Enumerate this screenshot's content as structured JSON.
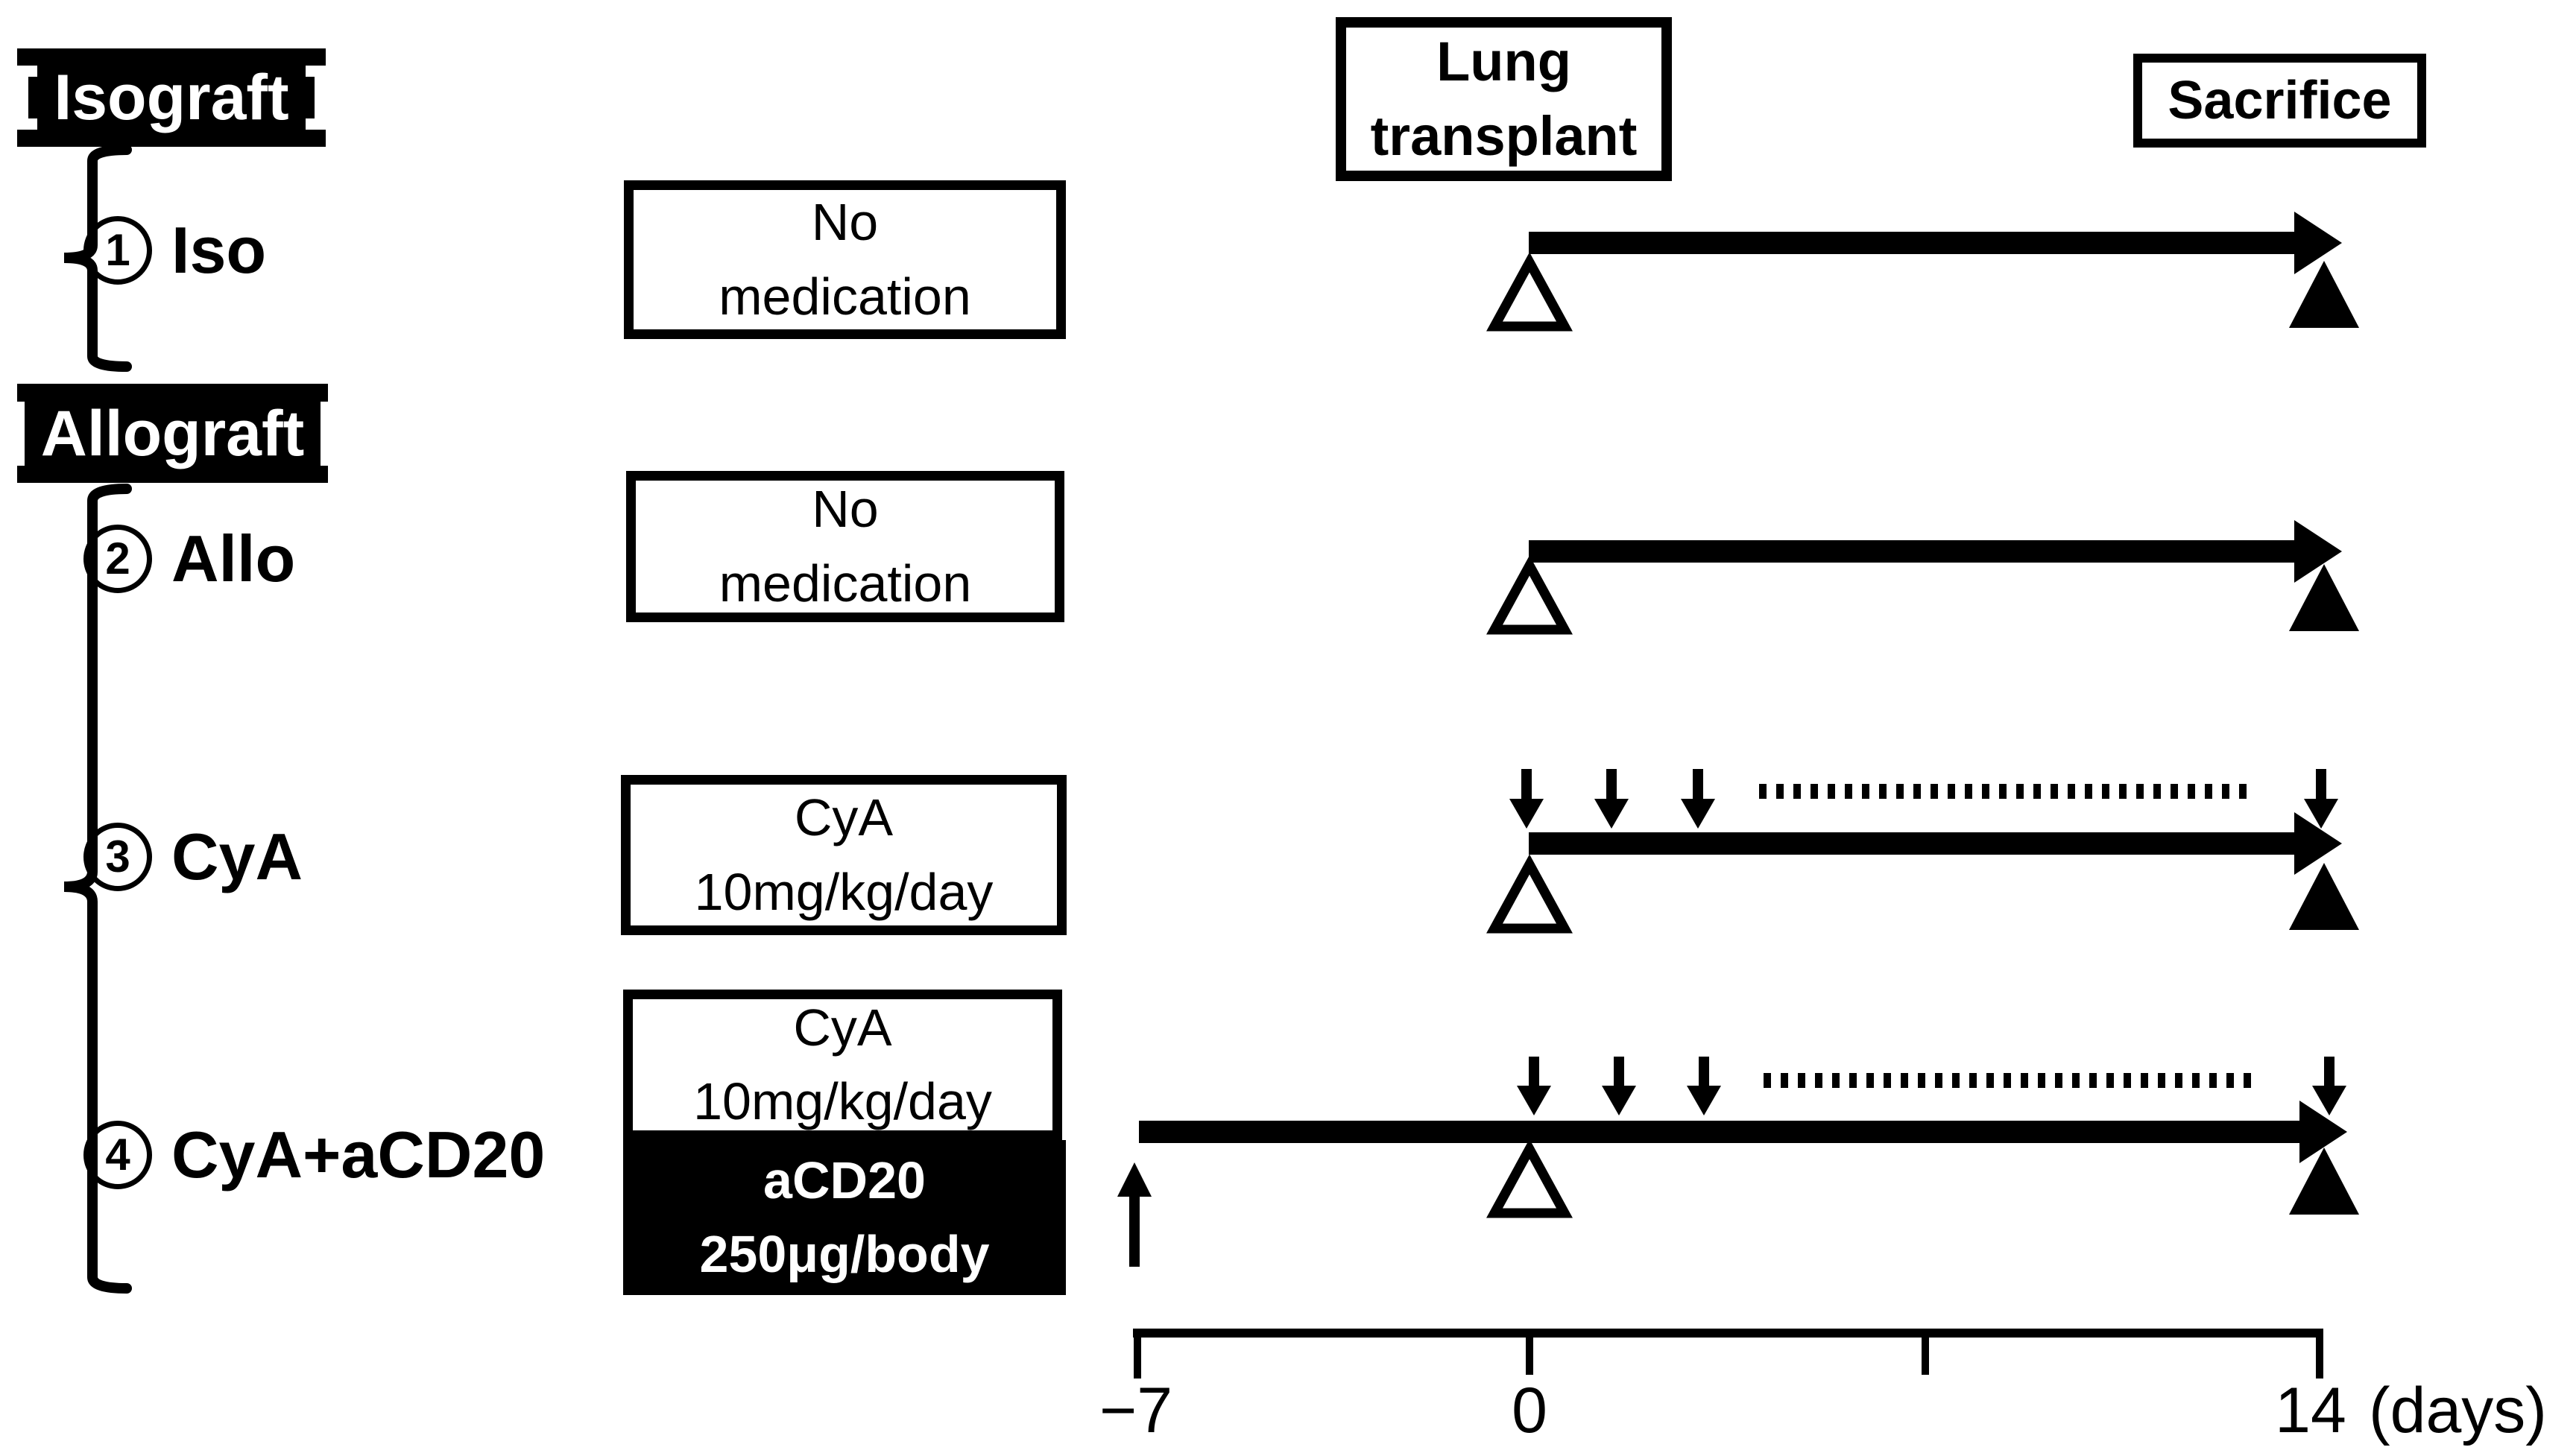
{
  "figure": {
    "headers": {
      "isograft": "Isograft",
      "allograft": "Allograft"
    },
    "rows": [
      {
        "num": "1",
        "name": "Iso",
        "treatment": [
          "No",
          "medication"
        ]
      },
      {
        "num": "2",
        "name": "Allo",
        "treatment": [
          "No",
          "medication"
        ]
      },
      {
        "num": "3",
        "name": "CyA",
        "treatment": [
          "CyA",
          "10mg/kg/day"
        ]
      },
      {
        "num": "4",
        "name": "CyA+aCD20",
        "treatment": [
          "CyA",
          "10mg/kg/day"
        ],
        "treatment2": [
          "aCD20",
          "250μg/body"
        ]
      }
    ],
    "events": {
      "lung_transplant": [
        "Lung",
        "transplant"
      ],
      "sacrifice": "Sacrifice"
    },
    "axis": {
      "ticks": [
        "−7",
        "0",
        "14"
      ],
      "unit": "(days)"
    }
  }
}
